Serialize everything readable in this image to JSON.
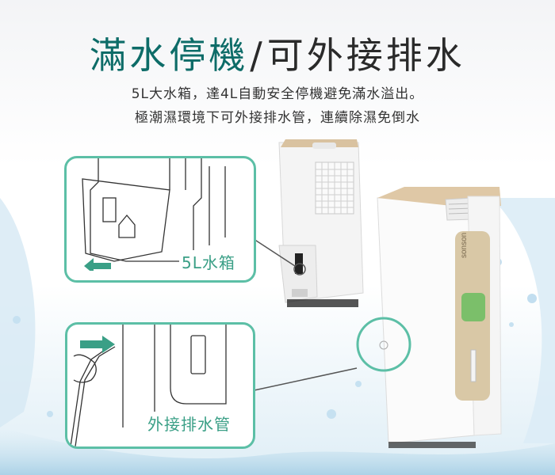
{
  "headline": {
    "part1": "滿水停機",
    "separator": "/",
    "part2": "可外接排水"
  },
  "subtitle": {
    "line1": "5L大水箱，達4L自動安全停機避免滿水溢出。",
    "line2": "極潮濕環境下可外接排水管，連續除濕免倒水"
  },
  "callouts": {
    "tank_label": "5L水箱",
    "hose_label": "外接排水管"
  },
  "product": {
    "brand": "sonson"
  },
  "colors": {
    "accent": "#5cbfa6",
    "title_accent": "#0d6c68",
    "gold_panel": "#d9c8a6"
  }
}
